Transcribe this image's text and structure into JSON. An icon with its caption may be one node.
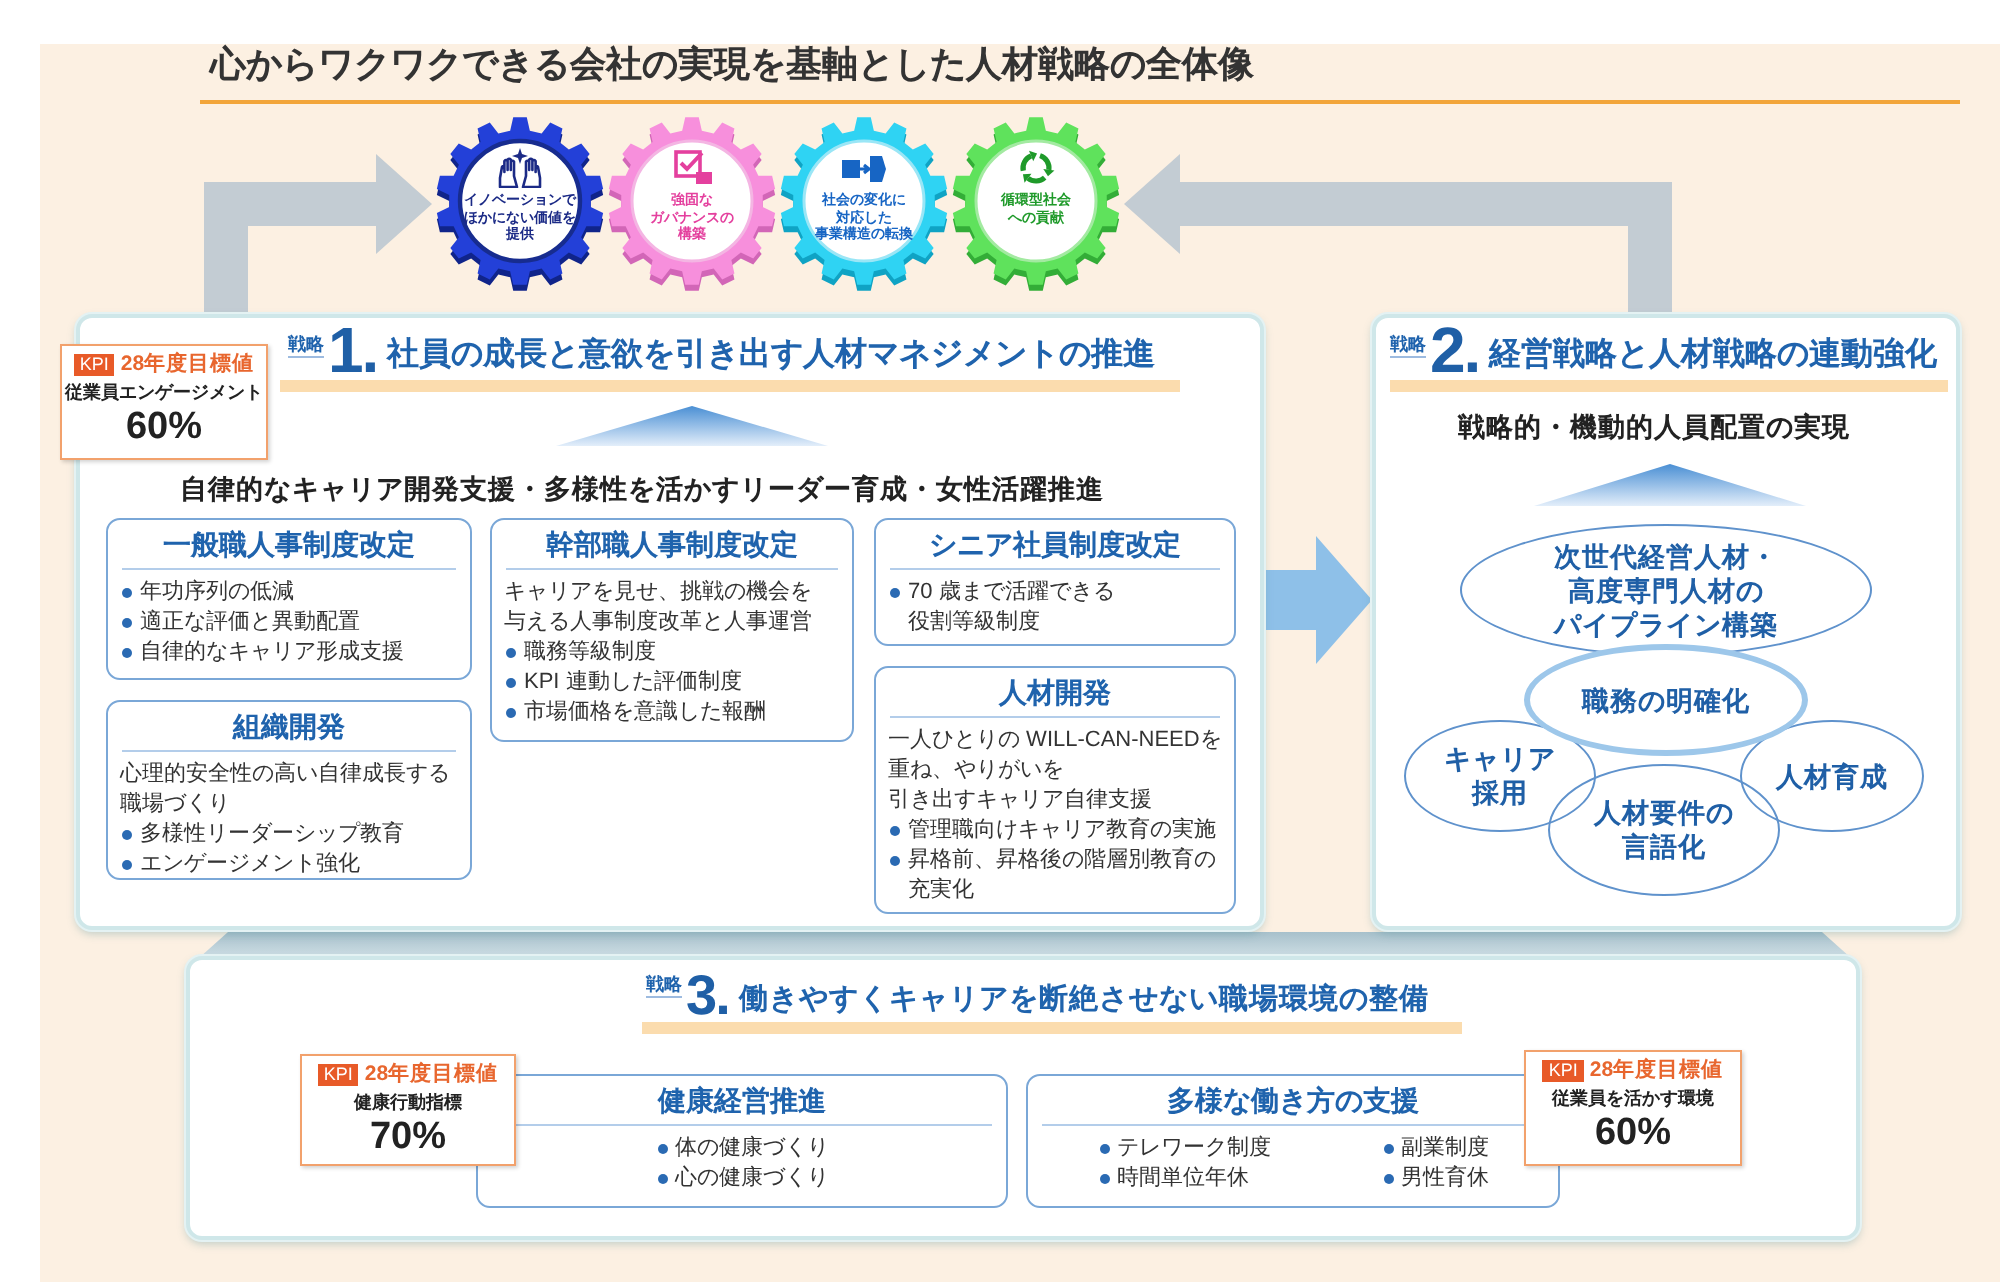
{
  "diagram": {
    "title": "心からワクワクできる会社の実現を基軸とした人材戦略の全体像",
    "nodes": [
      {
        "text": [
          "イノベーションでほかにない価値を提供"
        ]
      },
      {
        "text": [
          "強固なガバナンスの構築"
        ]
      },
      {
        "text": [
          "社会の変化に対応した事業構造の転換"
        ]
      },
      {
        "text": [
          "循環型社会への貢献"
        ]
      },
      {
        "text": [
          "戦略",
          "1.",
          "社員の成長と意欲を引き出す人材マネジメントの推進",
          "自律的なキャリア開発支援・多様性を活かすリーダー育成・女性活躍推進"
        ]
      },
      {
        "text": [
          "KPI",
          "28年度目標値",
          "従業員エンゲージメント",
          "60%"
        ]
      },
      {
        "text": [
          "一般職人事制度改定",
          "年功序列の低減",
          "適正な評価と異動配置",
          "自律的なキャリア形成支援"
        ],
        "in": 4
      },
      {
        "text": [
          "幹部職人事制度改定",
          "キャリアを見せ、挑戦の機会を与える人事制度改革と人事運営",
          "職務等級制度",
          "KPI 連動した評価制度",
          "市場価格を意識した報酬"
        ],
        "in": 4
      },
      {
        "text": [
          "シニア社員制度改定",
          "70 歳まで活躍できる役割等級制度"
        ],
        "in": 4
      },
      {
        "text": [
          "組織開発",
          "心理的安全性の高い自律成長する職場づくり",
          "多様性リーダーシップ教育",
          "エンゲージメント強化"
        ],
        "in": 4
      },
      {
        "text": [
          "人材開発",
          "一人ひとりの WILL-CAN-NEEDを重ね、やりがいを引き出すキャリア自律支援",
          "管理職向けキャリア教育の実施",
          "昇格前、昇格後の階層別教育の充実化"
        ],
        "in": 4
      },
      {
        "text": [
          "戦略",
          "2.",
          "経営戦略と人材戦略の連動強化",
          "戦略的・機動的人員配置の実現"
        ]
      },
      {
        "text": [
          "次世代経営人材・高度専門人材のパイプライン構築"
        ],
        "in": 11
      },
      {
        "text": [
          "職務の明確化"
        ],
        "in": 11
      },
      {
        "text": [
          "キャリア採用"
        ],
        "in": 11
      },
      {
        "text": [
          "人材要件の言語化"
        ],
        "in": 11
      },
      {
        "text": [
          "人材育成"
        ],
        "in": 11
      },
      {
        "text": [
          "戦略",
          "3.",
          "働きやすくキャリアを断絶させない職場環境の整備"
        ]
      },
      {
        "text": [
          "KPI",
          "28年度目標値",
          "健康行動指標",
          "70%"
        ],
        "in": 17
      },
      {
        "text": [
          "健康経営推進",
          "体の健康づくり",
          "心の健康づくり"
        ],
        "in": 17
      },
      {
        "text": [
          "多様な働き方の支援",
          "テレワーク制度",
          "時間単位年休",
          "副業制度",
          "男性育休"
        ],
        "in": 17
      },
      {
        "text": [
          "KPI",
          "28年度目標値",
          "従業員を活かす環境",
          "60%"
        ],
        "in": 17
      }
    ],
    "edges": [
      {
        "from": 4,
        "to": 11,
        "arrow": "to",
        "color": "#8ec0e8"
      },
      {
        "from": 4,
        "to": 0,
        "arrow": "to"
      },
      {
        "from": 11,
        "to": 3,
        "arrow": "to"
      }
    ]
  }
}
